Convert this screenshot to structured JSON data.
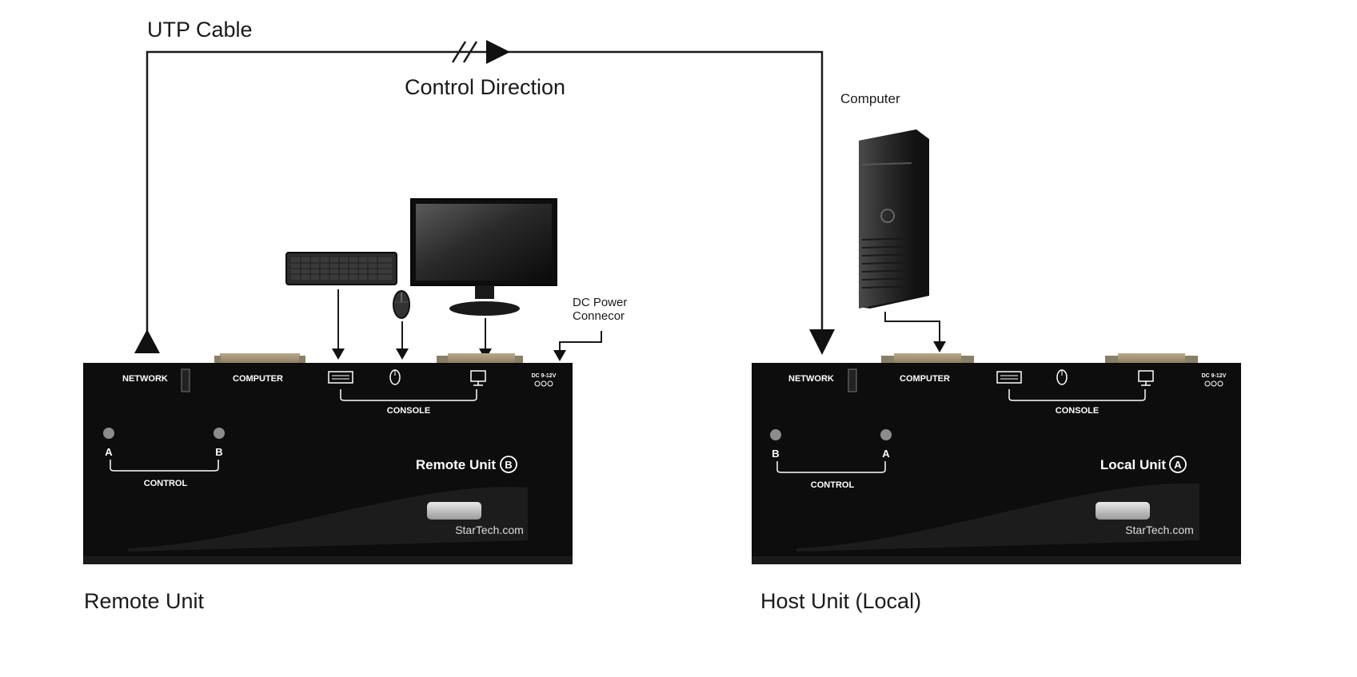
{
  "labels": {
    "utp_cable": "UTP Cable",
    "control_direction": "Control Direction",
    "computer": "Computer",
    "dc_power_line1": "DC Power",
    "dc_power_line2": "Connecor",
    "remote_unit": "Remote Unit",
    "host_unit": "Host Unit (Local)"
  },
  "remote_box": {
    "network": "NETWORK",
    "computer": "COMPUTER",
    "console": "CONSOLE",
    "dc": "DC 9-12V",
    "led_a": "A",
    "led_b": "B",
    "control": "CONTROL",
    "unit_name": "Remote Unit",
    "unit_letter": "B",
    "brand": "StarTech.com"
  },
  "local_box": {
    "network": "NETWORK",
    "computer": "COMPUTER",
    "console": "CONSOLE",
    "dc": "DC 9-12V",
    "led_b": "B",
    "led_a": "A",
    "control": "CONTROL",
    "unit_name": "Local Unit",
    "unit_letter": "A",
    "brand": "StarTech.com"
  },
  "colors": {
    "box": "#0d0d0d",
    "line": "#1a1a1a",
    "background": "#ffffff"
  }
}
